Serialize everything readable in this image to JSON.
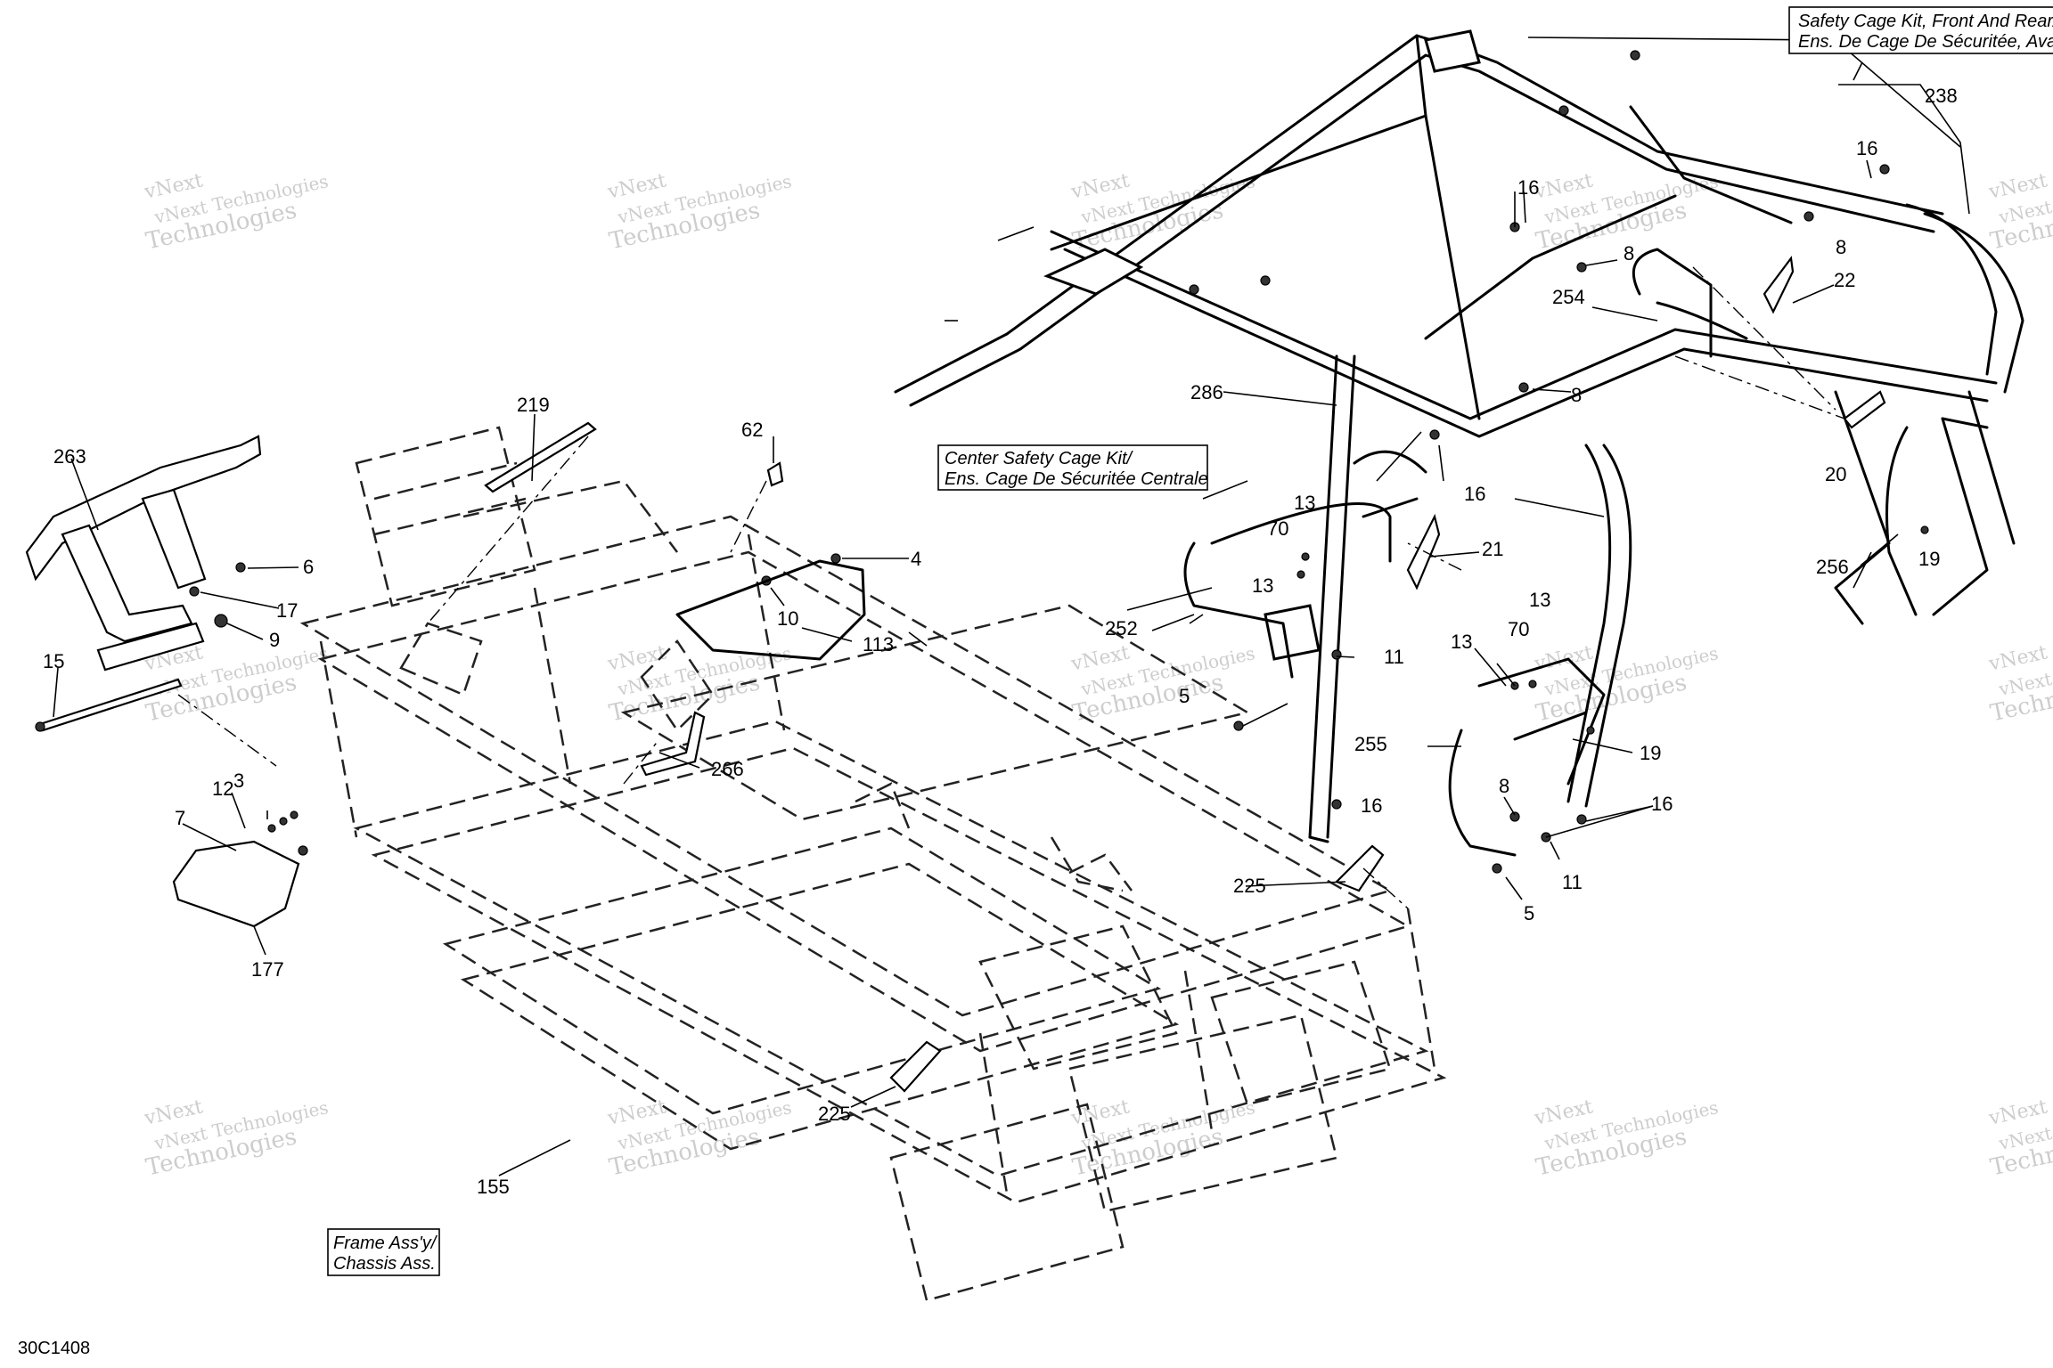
{
  "kits": {
    "safety_cage": {
      "line1": "Safety Cage Kit, Front And Rear/",
      "line2": "Ens. De Cage De Sécuritée, Avant"
    },
    "center_cage": {
      "line1": "Center Safety Cage Kit/",
      "line2": "Ens. Cage De Sécuritée Centrale"
    },
    "frame": {
      "line1": "Frame Ass'y/",
      "line2": "Chassis Ass."
    }
  },
  "drawing_code": "30C1408",
  "watermark": {
    "line1": "vNext Technologies",
    "line2": "Technologies",
    "small": "vNext"
  },
  "callouts": {
    "c238": "238",
    "c16a": "16",
    "c16b": "16",
    "c8a": "8",
    "c8b": "8",
    "c22": "22",
    "c254": "254",
    "c8c": "8",
    "c286": "286",
    "c20": "20",
    "c16c": "16",
    "c13a": "13",
    "c70a": "70",
    "c13b": "13",
    "c21": "21",
    "c19a": "19",
    "c256": "256",
    "c252": "252",
    "c11a": "11",
    "c13c": "13",
    "c13d": "13",
    "c70b": "70",
    "c5a": "5",
    "c19b": "19",
    "c255": "255",
    "c8d": "8",
    "c16d": "16",
    "c16e": "16",
    "c11b": "11",
    "c5b": "5",
    "c225a": "225",
    "c225b": "225",
    "c219": "219",
    "c62": "62",
    "c4": "4",
    "c263": "263",
    "c6": "6",
    "c17": "17",
    "c9": "9",
    "c10": "10",
    "c113": "113",
    "c15": "15",
    "c266": "266",
    "c12": "12",
    "c3": "3",
    "c7": "7",
    "c177": "177",
    "c155": "155"
  }
}
